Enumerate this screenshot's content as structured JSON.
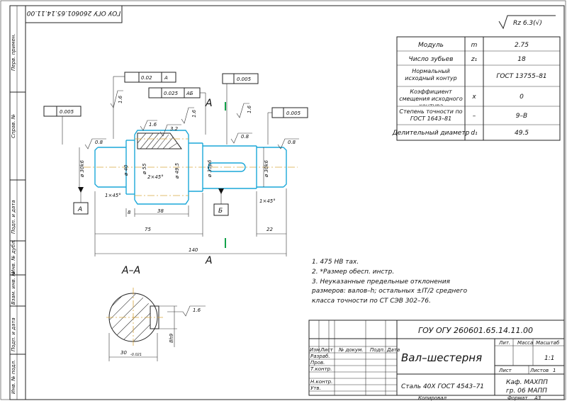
{
  "title_block": {
    "doc_code": "ГОУ ОГУ 260601.65.14.11.00",
    "doc_code_rotated": "ГОУ ОГУ 260601.65.14.11.00",
    "part_name": "Вал–шестерня",
    "material": "Сталь 40Х ГОСТ 4543–71",
    "department": "Каф. МАХПП",
    "group": "гр. 06 МАПП",
    "scale": "1:1",
    "sheet_label": "Лист",
    "sheets_label": "Листов",
    "sheets_value": "1",
    "lit_label": "Лит.",
    "mass_label": "Масса",
    "scale_label": "Масштаб",
    "rows": [
      "Изм.",
      "Лист",
      "№ докум.",
      "Подп.",
      "Дата"
    ],
    "roles": [
      "Разраб.",
      "Пров.",
      "Т.контр.",
      "",
      "Н.контр.",
      "Утв."
    ],
    "copied_label": "Копировал",
    "format_label": "Формат",
    "format_value": "А3"
  },
  "side_stamps": [
    "Перв. примен.",
    "Справ. №",
    "Подп. и дата",
    "Инв. № дубл.",
    "Взам. инв. №",
    "Подп. и дата",
    "Инв. № подл."
  ],
  "roughness_general": "Rz 6.3(√)",
  "gear_table": {
    "rows": [
      {
        "param": "Модуль",
        "symbol": "m",
        "value": "2.75"
      },
      {
        "param": "Число зубьев",
        "symbol": "z₁",
        "value": "18"
      },
      {
        "param": "Нормальный исходный контур",
        "symbol": "",
        "value": "ГОСТ 13755–81"
      },
      {
        "param": "Коэффициент смещения исходного контура",
        "symbol": "x",
        "value": "0"
      },
      {
        "param": "Степень точности по ГОСТ 1643–81",
        "symbol": "–",
        "value": "9–В"
      },
      {
        "param": "Делительный диаметр",
        "symbol": "d₁",
        "value": "49.5"
      }
    ]
  },
  "notes": [
    "1. 475 НВ тах.",
    "2. *Размер обесп. инстр.",
    "3. Неуказанные предельные отклонения",
    "размеров: валов–h; остальных ±IT/2 среднего",
    "класса точности по СТ СЭВ 302–76."
  ],
  "dims": {
    "total": "140",
    "d75": "75",
    "d38": "38",
    "d8": "8",
    "d22": "22",
    "ch1": "1×45°",
    "ch2": "1×45°",
    "ch3": "2×45°",
    "dia_left": "ø 30k6",
    "dia_right": "ø 30k6",
    "dia_collar": "ø 40",
    "dia_gear": "ø 55",
    "dia_pitch": "ø 49.5",
    "dia_mid": "ø 35p6",
    "sec_width": "30",
    "sec_width_tol": "-0.021",
    "sec_depth": "8h9",
    "r08a": "0.8",
    "r08b": "0.8",
    "r08c": "0.8",
    "r16a": "1.6",
    "r16b": "1.6",
    "r16c": "1.6",
    "r16d": "1.6",
    "r16e": "1.6",
    "r32": "3.2",
    "tol1": "0.025",
    "tol1_base": "АБ",
    "tol2": "0.02",
    "tol2_base": "А",
    "tol3": "0.005",
    "tol4": "0.005",
    "tol5": "0.005",
    "base_a": "А",
    "base_b": "Б",
    "section_mark": "А",
    "section_mark2": "А",
    "section_title": "А–А"
  }
}
